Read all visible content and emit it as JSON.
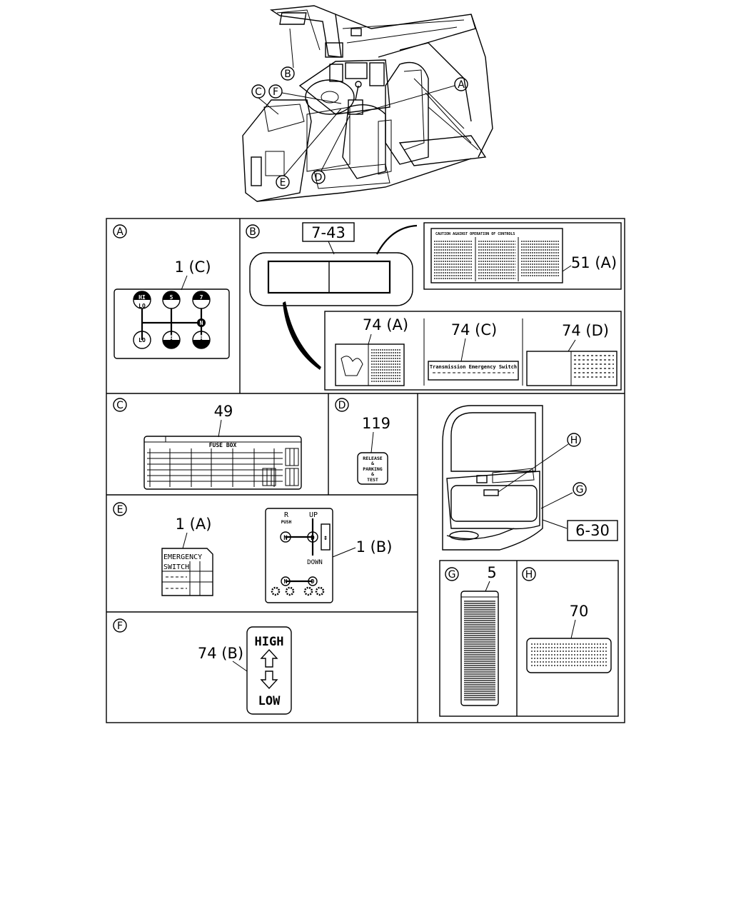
{
  "overview": {
    "callouts": [
      "A",
      "B",
      "C",
      "D",
      "E",
      "F"
    ]
  },
  "panels": {
    "A": {
      "letter": "A",
      "part": "1 (C)",
      "shift_pattern": {
        "hi": "HI",
        "lo_small": "LO",
        "g5": "5",
        "g7": "7",
        "n": "N",
        "lo": "LO",
        "g6": "6",
        "g8": "8"
      }
    },
    "B": {
      "letter": "B",
      "ref": "7-43",
      "label_51": "51 (A)",
      "label_74a": "74 (A)",
      "label_74c": "74 (C)",
      "label_74d": "74 (D)",
      "tes_text": "Transmission Emergency Switch",
      "caution_text": "CAUTION AGAINST OPERATION OF CONTROLS"
    },
    "C": {
      "letter": "C",
      "part": "49",
      "fuse_title": "FUSE BOX"
    },
    "D": {
      "letter": "D",
      "part": "119",
      "plate_lines": [
        "RELEASE",
        "&",
        "PARKING",
        "&",
        "TEST"
      ]
    },
    "E": {
      "letter": "E",
      "part_a": "1 (A)",
      "part_b": "1 (B)",
      "emergency_lines": [
        "EMERGENCY",
        "SWITCH"
      ],
      "switch_labels": {
        "r": "R",
        "push": "PUSH",
        "up": "UP",
        "n": "N",
        "d": "D",
        "down": "DOWN",
        "n2": "N",
        "d2": "D"
      }
    },
    "F": {
      "letter": "F",
      "part": "74 (B)",
      "high": "HIGH",
      "low": "LOW"
    },
    "door": {
      "h": "H",
      "g": "G",
      "ref": "6-30"
    },
    "G": {
      "letter": "G",
      "part": "5"
    },
    "H": {
      "letter": "H",
      "part": "70"
    }
  }
}
